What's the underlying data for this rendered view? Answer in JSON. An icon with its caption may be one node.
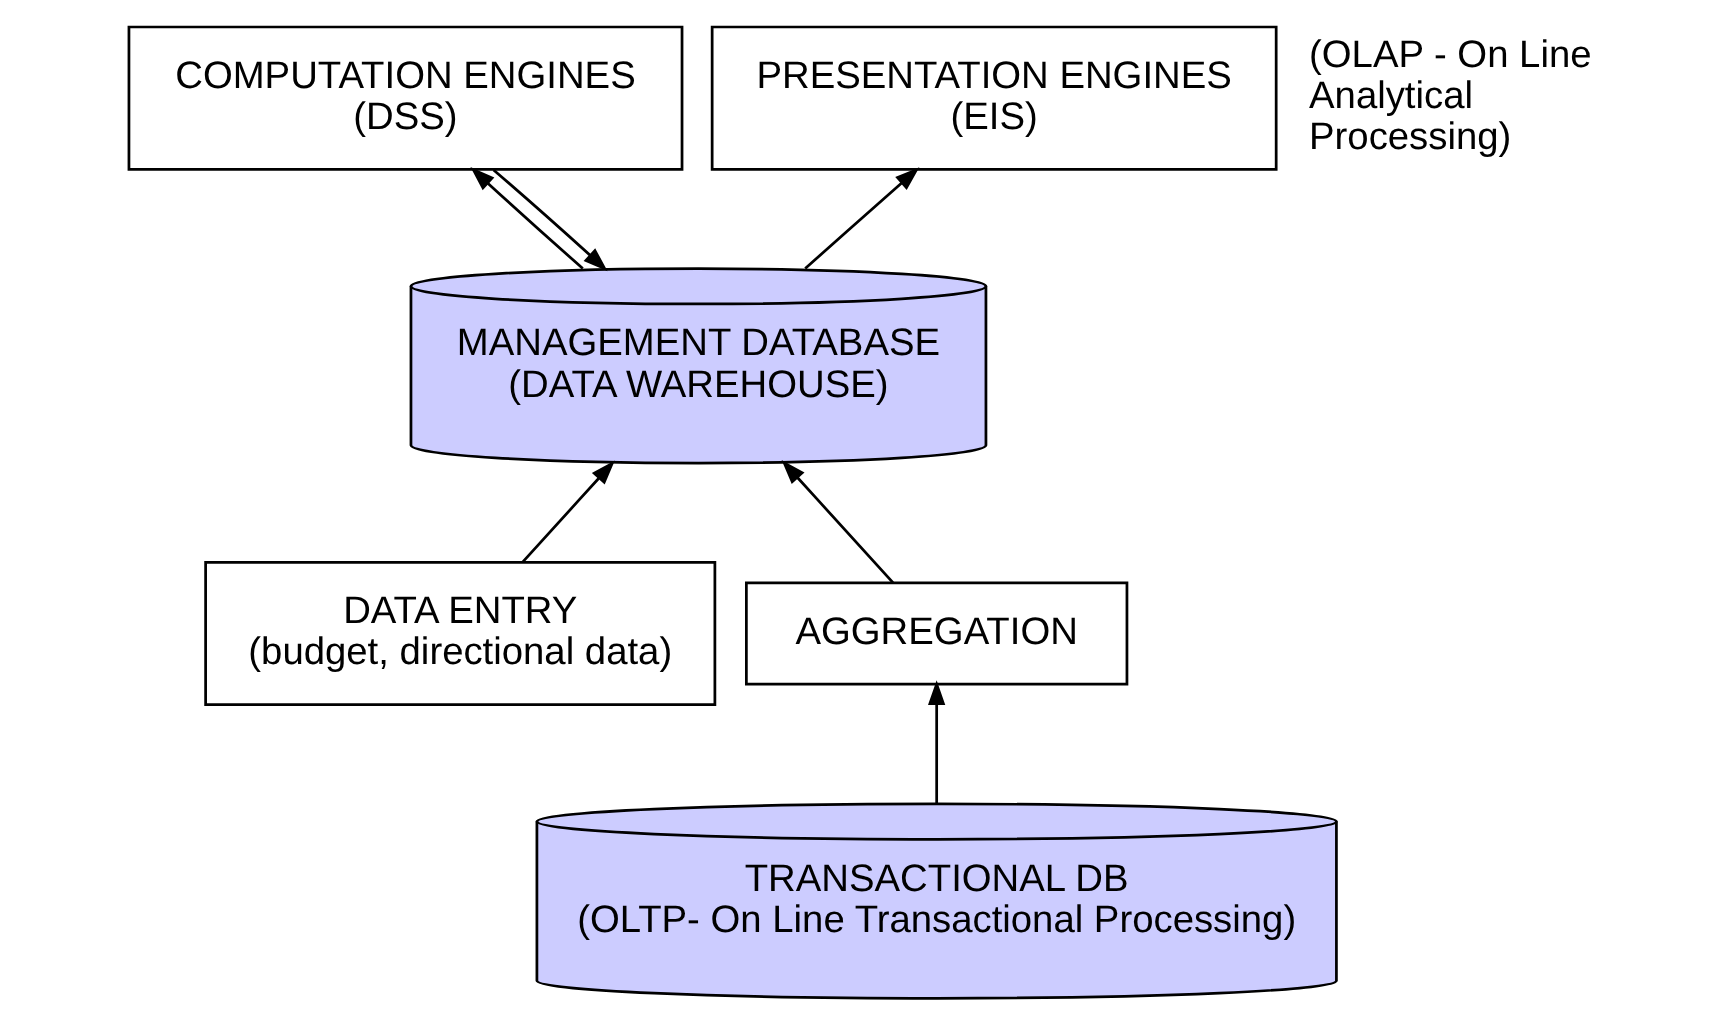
{
  "diagram": {
    "nodes": [
      {
        "text": [
          "COMPUTATION ENGINES",
          "(DSS)"
        ]
      },
      {
        "text": [
          "PRESENTATION ENGINES",
          "(EIS)"
        ],
        "beside": [
          "(OLAP - On Line Analytical Processing)"
        ]
      },
      {
        "text": [
          "MANAGEMENT DATABASE",
          "(DATA WAREHOUSE)"
        ]
      },
      {
        "text": [
          "DATA ENTRY",
          "(budget, directional data)"
        ]
      },
      {
        "text": [
          "AGGREGATION"
        ]
      },
      {
        "text": [
          "TRANSACTIONAL DB",
          "(OLTP- On Line Transactional Processing)"
        ]
      }
    ],
    "edges": [
      {
        "from": 2,
        "to": 0,
        "arrow": "to"
      },
      {
        "from": 0,
        "to": 2,
        "arrow": "to"
      },
      {
        "from": 2,
        "to": 1,
        "arrow": "to"
      },
      {
        "from": 3,
        "to": 2,
        "arrow": "to"
      },
      {
        "from": 4,
        "to": 2,
        "arrow": "to"
      },
      {
        "from": 5,
        "to": 4,
        "arrow": "to"
      }
    ]
  }
}
